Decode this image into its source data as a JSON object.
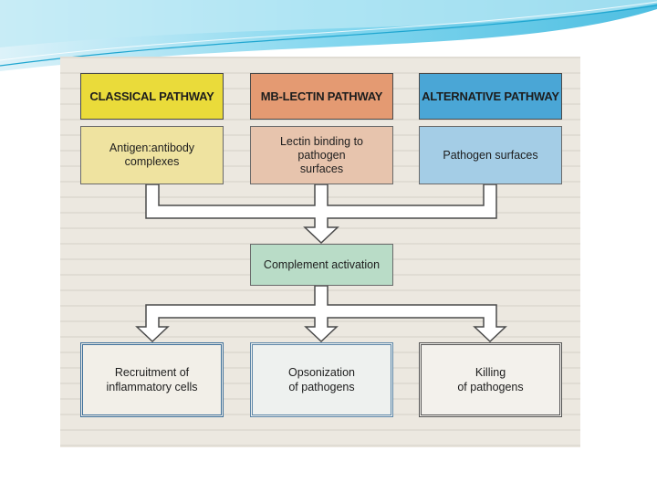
{
  "diagram": {
    "pathways": [
      {
        "label": "CLASSICAL PATHWAY",
        "color": "#eadb3a"
      },
      {
        "label": "MB-LECTIN PATHWAY",
        "color": "#e49a72"
      },
      {
        "label": "ALTERNATIVE PATHWAY",
        "color": "#4aa6d6"
      }
    ],
    "triggers": [
      {
        "label": "Antigen:antibody complexes"
      },
      {
        "label": "Lectin binding to pathogen\nsurfaces"
      },
      {
        "label": "Pathogen surfaces"
      }
    ],
    "center": {
      "label": "Complement activation",
      "color": "#b9dcc7"
    },
    "outcomes": [
      {
        "label": "Recruitment of\ninflammatory cells"
      },
      {
        "label": "Opsonization\nof pathogens"
      },
      {
        "label": "Killing\nof pathogens"
      }
    ]
  },
  "colors": {
    "slide_accent": "#5bc8e6",
    "arrow_fill": "#ffffff",
    "arrow_stroke": "#4a4a4a"
  }
}
